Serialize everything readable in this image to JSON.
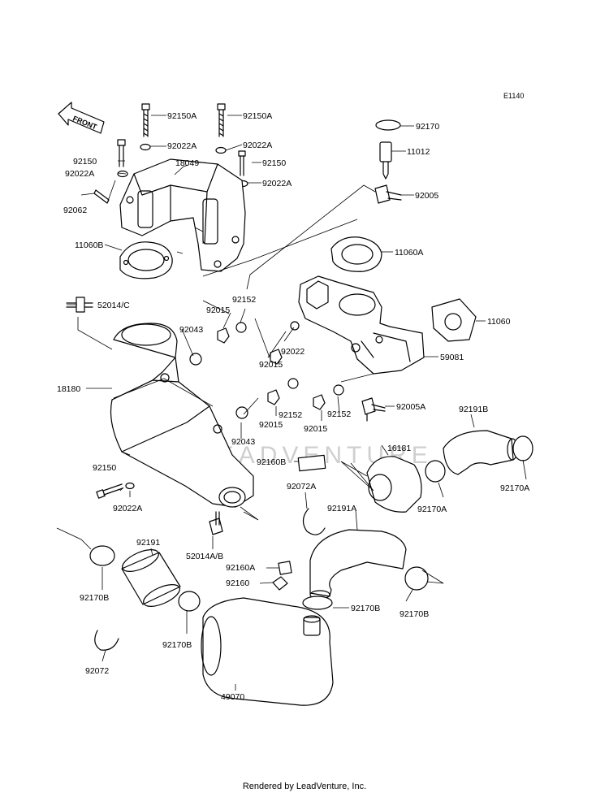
{
  "diagram_code": "E1140",
  "front_arrow_label": "FRONT",
  "watermark": "LEADVENTURE",
  "footer": "Rendered by LeadVenture, Inc.",
  "labels": [
    {
      "id": "l1",
      "text": "92150A"
    },
    {
      "id": "l2",
      "text": "92150A"
    },
    {
      "id": "l3",
      "text": "92022A"
    },
    {
      "id": "l4",
      "text": "92022A"
    },
    {
      "id": "l5",
      "text": "92150"
    },
    {
      "id": "l6",
      "text": "18049"
    },
    {
      "id": "l7",
      "text": "92150"
    },
    {
      "id": "l8",
      "text": "92022A"
    },
    {
      "id": "l9",
      "text": "92022A"
    },
    {
      "id": "l10",
      "text": "92062"
    },
    {
      "id": "l11",
      "text": "11060B"
    },
    {
      "id": "l12",
      "text": "92170"
    },
    {
      "id": "l13",
      "text": "11012"
    },
    {
      "id": "l14",
      "text": "92005"
    },
    {
      "id": "l15",
      "text": "11060A"
    },
    {
      "id": "l16",
      "text": "52014/C"
    },
    {
      "id": "l17",
      "text": "92152"
    },
    {
      "id": "l18",
      "text": "92015"
    },
    {
      "id": "l19",
      "text": "92043"
    },
    {
      "id": "l20",
      "text": "92022"
    },
    {
      "id": "l21",
      "text": "92015"
    },
    {
      "id": "l22",
      "text": "11060"
    },
    {
      "id": "l23",
      "text": "59081"
    },
    {
      "id": "l24",
      "text": "18180"
    },
    {
      "id": "l25",
      "text": "92005A"
    },
    {
      "id": "l26",
      "text": "92152"
    },
    {
      "id": "l27",
      "text": "92015"
    },
    {
      "id": "l28",
      "text": "92015"
    },
    {
      "id": "l29",
      "text": "92152"
    },
    {
      "id": "l30",
      "text": "92191B"
    },
    {
      "id": "l31",
      "text": "92043"
    },
    {
      "id": "l32",
      "text": "16181"
    },
    {
      "id": "l33",
      "text": "92160B"
    },
    {
      "id": "l34",
      "text": "92150"
    },
    {
      "id": "l35",
      "text": "92170A"
    },
    {
      "id": "l36",
      "text": "92022A"
    },
    {
      "id": "l37",
      "text": "92072A"
    },
    {
      "id": "l38",
      "text": "92170A"
    },
    {
      "id": "l39",
      "text": "92191A"
    },
    {
      "id": "l40",
      "text": "52014A/B"
    },
    {
      "id": "l41",
      "text": "92191"
    },
    {
      "id": "l42",
      "text": "92160A"
    },
    {
      "id": "l43",
      "text": "92160"
    },
    {
      "id": "l44",
      "text": "92170B"
    },
    {
      "id": "l45",
      "text": "92170B"
    },
    {
      "id": "l46",
      "text": "92170B"
    },
    {
      "id": "l47",
      "text": "92170B"
    },
    {
      "id": "l48",
      "text": "92072"
    },
    {
      "id": "l49",
      "text": "49070"
    }
  ]
}
